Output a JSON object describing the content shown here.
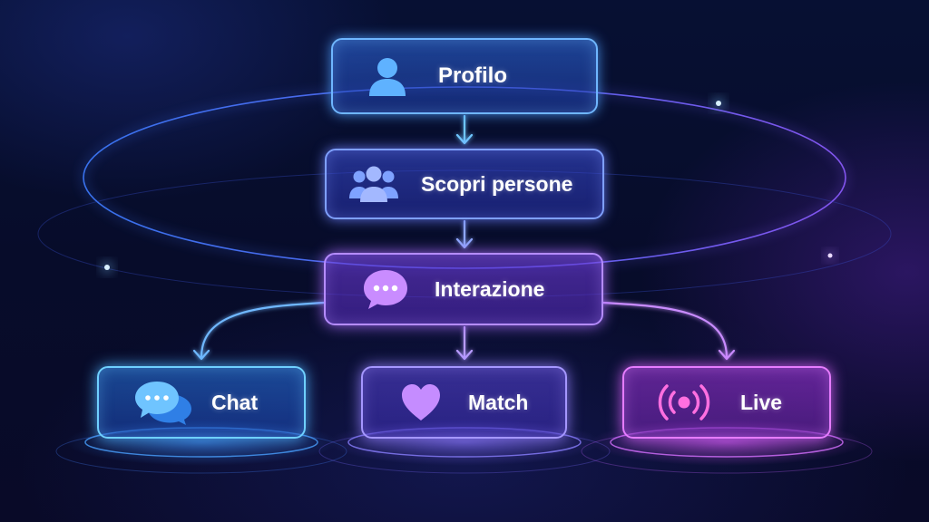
{
  "diagram": {
    "nodes": [
      {
        "id": "profilo",
        "label": "Profilo",
        "icon": "user-icon",
        "accent": "#6fb6ff"
      },
      {
        "id": "scopri",
        "label": "Scopri persone",
        "icon": "people-group-icon",
        "accent": "#7fa0ff"
      },
      {
        "id": "interazione",
        "label": "Interazione",
        "icon": "speech-bubble-dots-icon",
        "accent": "#b58cff"
      },
      {
        "id": "chat",
        "label": "Chat",
        "icon": "chat-bubbles-icon",
        "accent": "#6fd0ff"
      },
      {
        "id": "match",
        "label": "Match",
        "icon": "heart-icon",
        "accent": "#a597ff"
      },
      {
        "id": "live",
        "label": "Live",
        "icon": "live-broadcast-icon",
        "accent": "#e67cff"
      }
    ],
    "edges": [
      {
        "from": "profilo",
        "to": "scopri"
      },
      {
        "from": "scopri",
        "to": "interazione"
      },
      {
        "from": "interazione",
        "to": "chat"
      },
      {
        "from": "interazione",
        "to": "match"
      },
      {
        "from": "interazione",
        "to": "live"
      }
    ]
  }
}
